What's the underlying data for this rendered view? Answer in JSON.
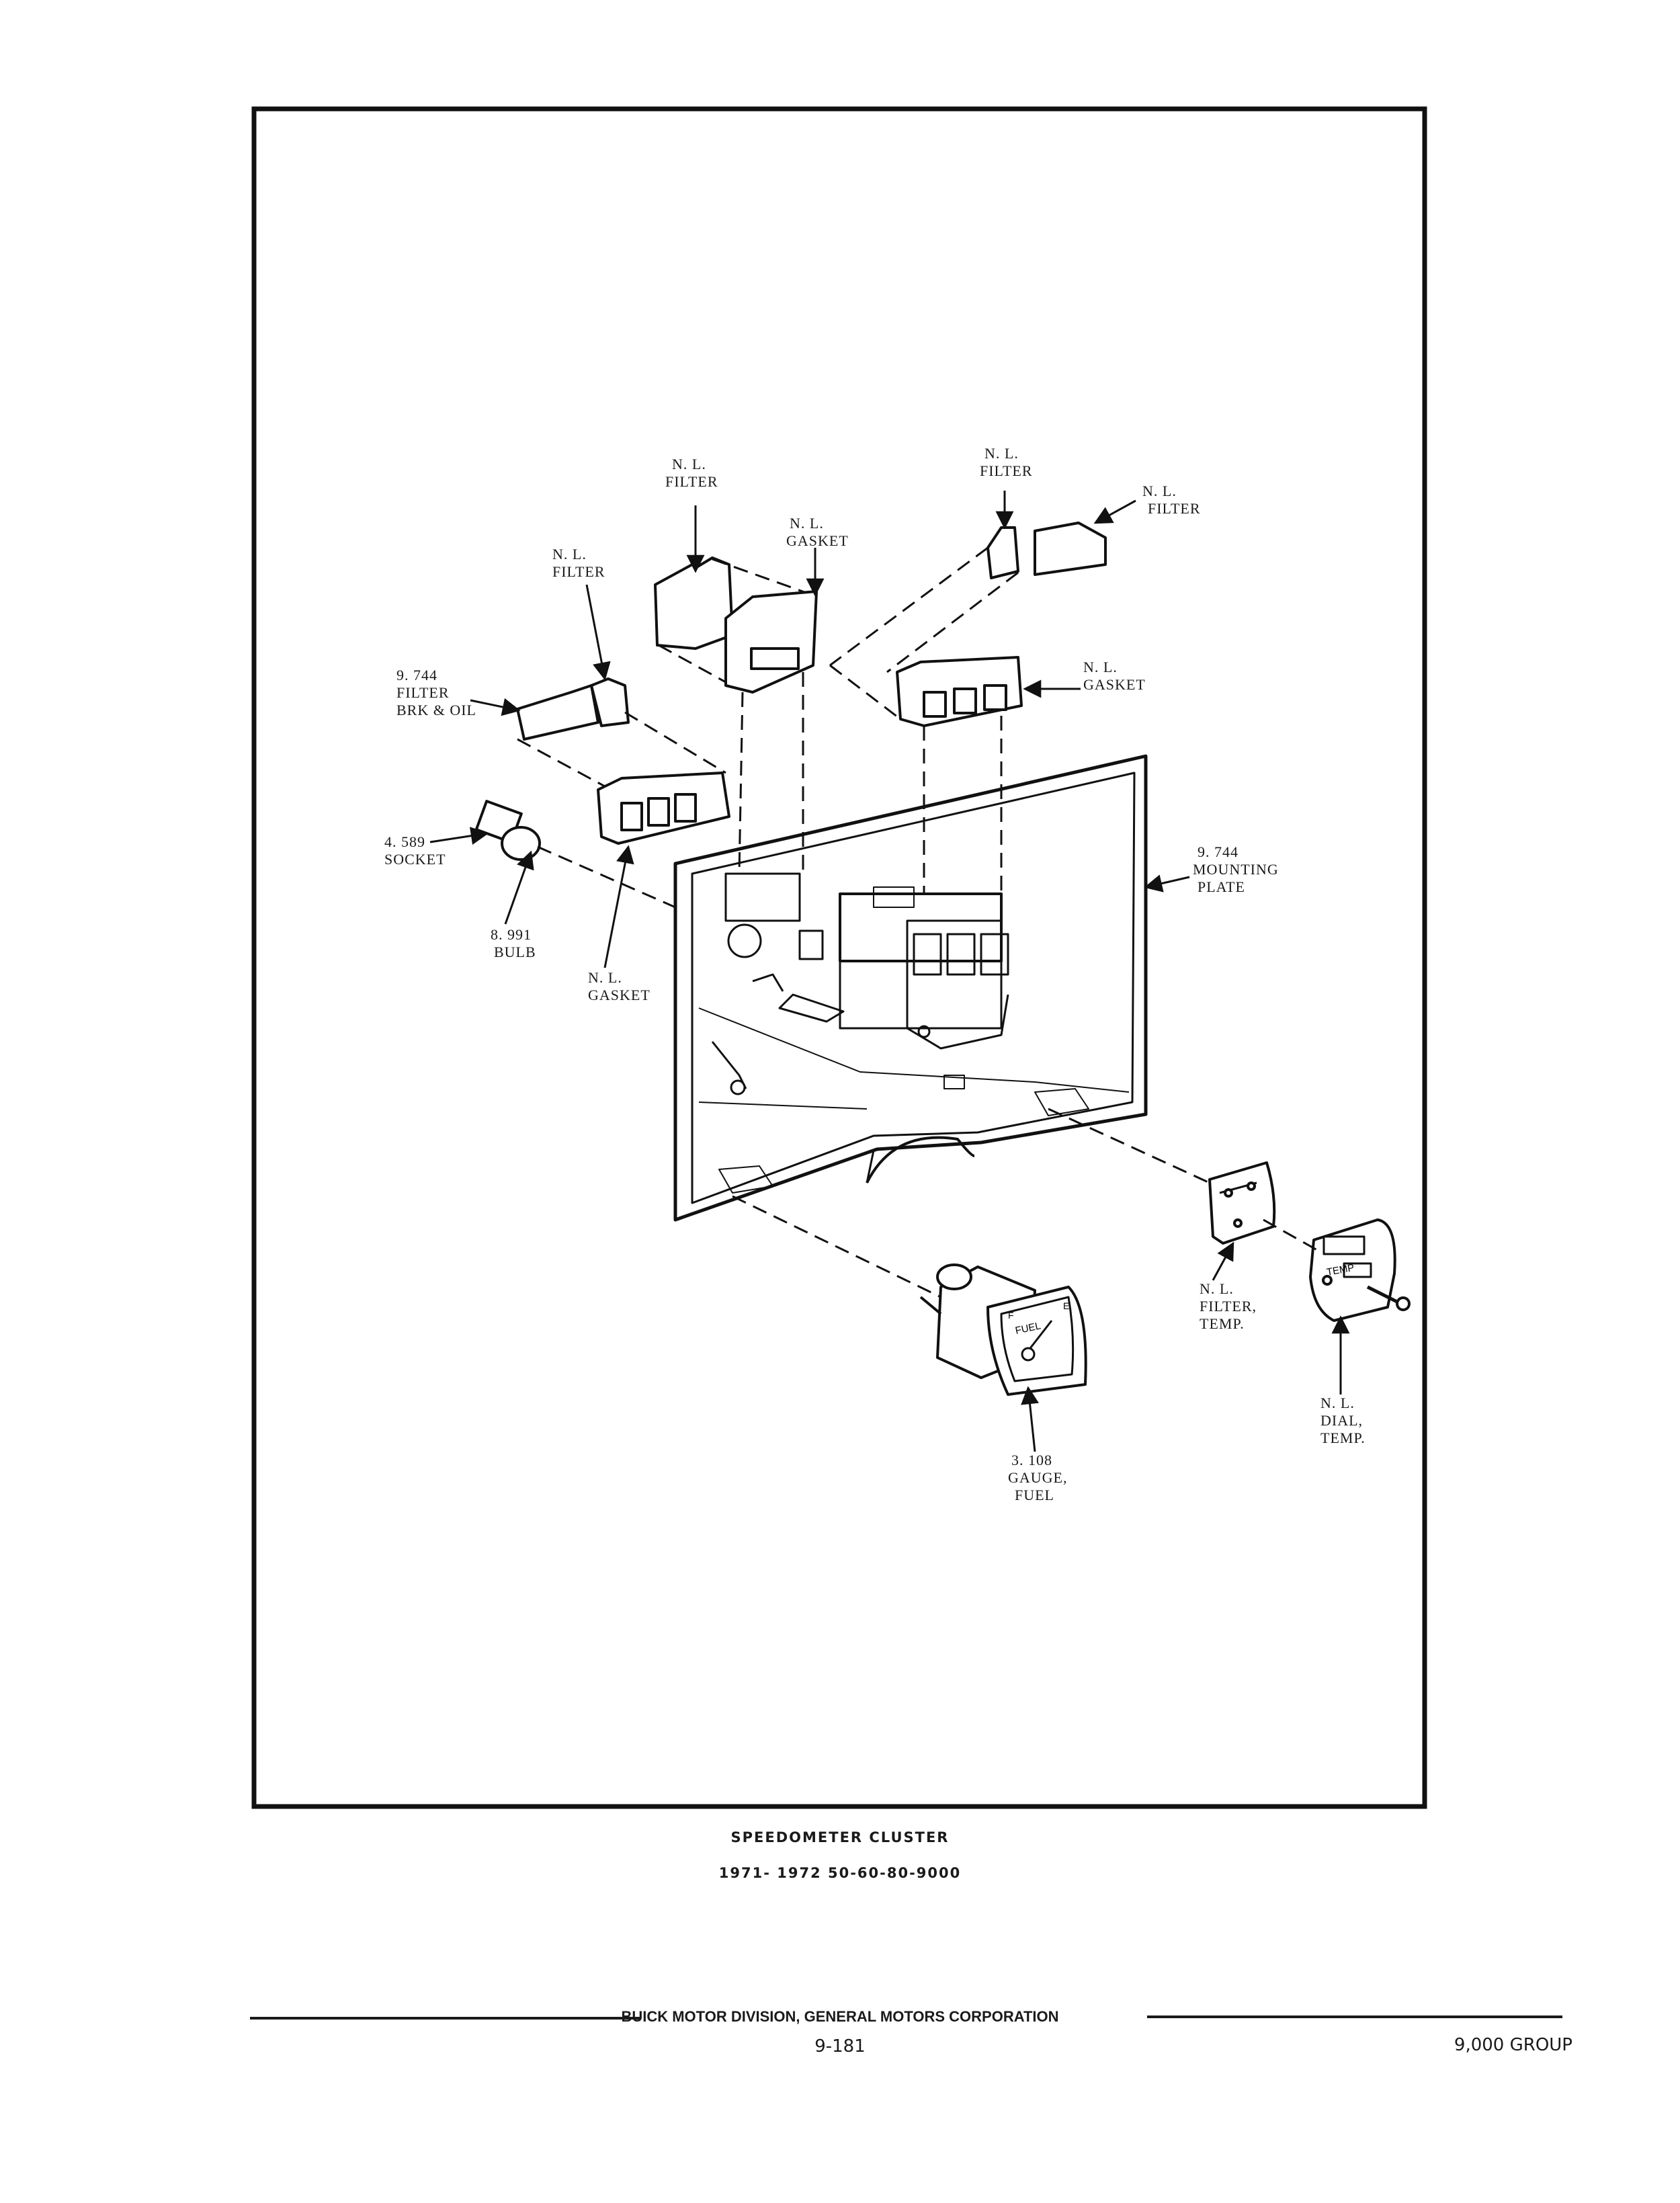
{
  "figure": {
    "callouts": [
      {
        "id": "nl-filter-top-left",
        "lines": [
          "N. L.",
          "FILTER"
        ]
      },
      {
        "id": "nl-gasket-top",
        "lines": [
          "N. L.",
          "GASKET"
        ]
      },
      {
        "id": "nl-filter-top-right-a",
        "lines": [
          "N. L.",
          "FILTER"
        ]
      },
      {
        "id": "nl-filter-top-right-b",
        "lines": [
          "N. L.",
          "FILTER"
        ]
      },
      {
        "id": "nl-filter-left",
        "lines": [
          "N. L.",
          "FILTER"
        ]
      },
      {
        "id": "filter-brk-oil",
        "lines": [
          "9. 744",
          "FILTER",
          "BRK & OIL"
        ]
      },
      {
        "id": "nl-gasket-right",
        "lines": [
          "N. L.",
          "GASKET"
        ]
      },
      {
        "id": "socket",
        "lines": [
          "4. 589",
          "SOCKET"
        ]
      },
      {
        "id": "bulb",
        "lines": [
          "8. 991",
          "BULB"
        ]
      },
      {
        "id": "nl-gasket-left",
        "lines": [
          "N. L.",
          "GASKET"
        ]
      },
      {
        "id": "mounting-plate",
        "lines": [
          "9. 744",
          "MOUNTING",
          "PLATE"
        ]
      },
      {
        "id": "filter-temp",
        "lines": [
          "N. L.",
          "FILTER,",
          "TEMP."
        ]
      },
      {
        "id": "dial-temp",
        "lines": [
          "N. L.",
          "DIAL,",
          "TEMP."
        ]
      },
      {
        "id": "gauge-fuel",
        "lines": [
          "3. 108",
          "GAUGE,",
          "FUEL"
        ]
      }
    ],
    "dial_text": {
      "fuel": "FUEL",
      "fuel_e": "E",
      "fuel_f": "F",
      "temp": "TEMP"
    }
  },
  "caption": {
    "title": "SPEEDOMETER CLUSTER",
    "subtitle": "1971- 1972 50-60-80-9000"
  },
  "footer": {
    "division": "BUICK MOTOR DIVISION, GENERAL MOTORS CORPORATION",
    "page": "9-181",
    "group": "9,000 GROUP"
  }
}
